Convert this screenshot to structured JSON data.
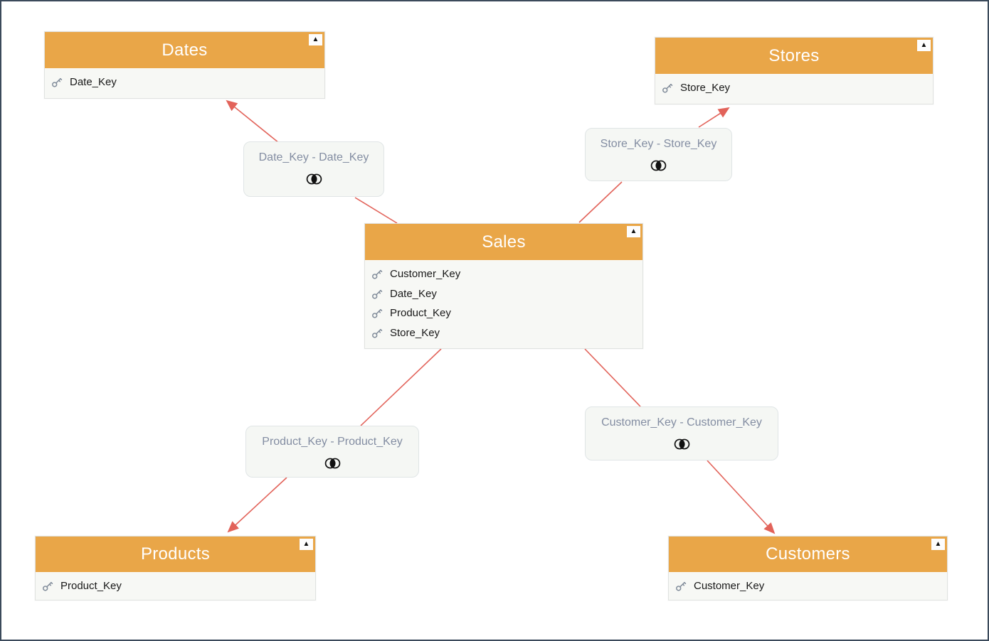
{
  "diagram": {
    "type": "er-model",
    "colors": {
      "header_accent": "#E9A648",
      "relationship_line": "#E2635A",
      "table_body_bg": "#F7F8F5",
      "relbox_bg": "#F5F7F4",
      "relbox_text": "#838DA2",
      "canvas_border": "#3B4A5B",
      "key_icon": "#828D9B"
    },
    "icons": {
      "collapse_glyph": "▲",
      "cardinality_icon": "inner-join-venn",
      "field_icon": "key"
    }
  },
  "tables": [
    {
      "name": "Dates",
      "fields": [
        {
          "name": "Date_Key",
          "is_key": true
        }
      ]
    },
    {
      "name": "Stores",
      "fields": [
        {
          "name": "Store_Key",
          "is_key": true
        }
      ]
    },
    {
      "name": "Sales",
      "fields": [
        {
          "name": "Customer_Key",
          "is_key": true
        },
        {
          "name": "Date_Key",
          "is_key": true
        },
        {
          "name": "Product_Key",
          "is_key": true
        },
        {
          "name": "Store_Key",
          "is_key": true
        }
      ]
    },
    {
      "name": "Products",
      "fields": [
        {
          "name": "Product_Key",
          "is_key": true
        }
      ]
    },
    {
      "name": "Customers",
      "fields": [
        {
          "name": "Customer_Key",
          "is_key": true
        }
      ]
    }
  ],
  "relationships": [
    {
      "label": "Date_Key - Date_Key",
      "from": "Sales",
      "to": "Dates"
    },
    {
      "label": "Store_Key - Store_Key",
      "from": "Sales",
      "to": "Stores"
    },
    {
      "label": "Product_Key - Product_Key",
      "from": "Sales",
      "to": "Products"
    },
    {
      "label": "Customer_Key - Customer_Key",
      "from": "Sales",
      "to": "Customers"
    }
  ]
}
